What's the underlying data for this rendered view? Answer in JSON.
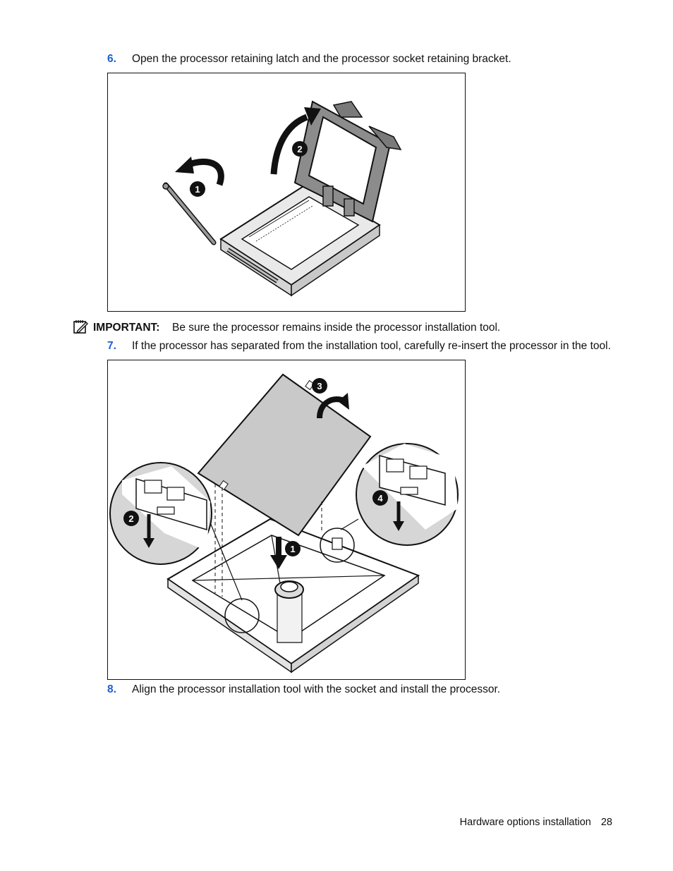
{
  "steps": [
    {
      "number": "6.",
      "text": "Open the processor retaining latch and the processor socket retaining bracket."
    },
    {
      "number": "7.",
      "text": "If the processor has separated from the installation tool, carefully re-insert the processor in the tool."
    },
    {
      "number": "8.",
      "text": "Align the processor installation tool with the socket and install the processor."
    }
  ],
  "important": {
    "label": "IMPORTANT:",
    "text": "Be sure the processor remains inside the processor installation tool.",
    "icon": "important-note-icon"
  },
  "figure1": {
    "callouts": [
      "1",
      "2"
    ]
  },
  "figure2": {
    "callouts": [
      "1",
      "2",
      "3",
      "4"
    ]
  },
  "footer": {
    "section": "Hardware options installation",
    "page": "28"
  }
}
